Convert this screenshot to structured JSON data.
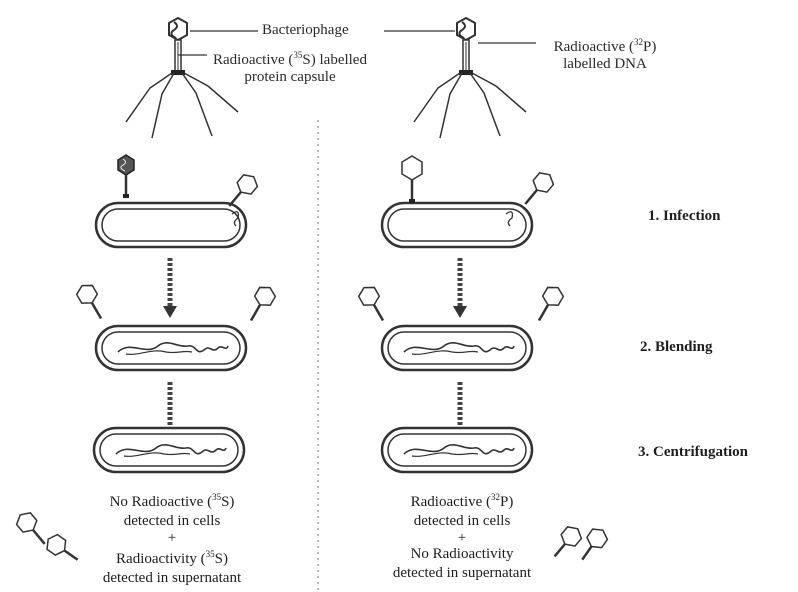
{
  "top": {
    "bacteriophage": "Bacteriophage",
    "left_label_line1_pre": "Radioactive (",
    "left_label_line1_sup": "35",
    "left_label_line1_post": "S) labelled",
    "left_label_line2": "protein capsule",
    "right_label_line1_pre": "Radioactive (",
    "right_label_line1_sup": "32",
    "right_label_line1_post": "P)",
    "right_label_line2": "labelled DNA"
  },
  "steps": [
    "1. Infection",
    "2. Blending",
    "3. Centrifugation"
  ],
  "left_result": {
    "line1_pre": "No Radioactive (",
    "line1_sup": "35",
    "line1_post": "S)",
    "line2": "detected in cells",
    "plus": "+",
    "line3_pre": "Radioactivity (",
    "line3_sup": "35",
    "line3_post": "S)",
    "line4": "detected in supernatant"
  },
  "right_result": {
    "line1_pre": "Radioactive (",
    "line1_sup": "32",
    "line1_post": "P)",
    "line2": "detected in cells",
    "plus": "+",
    "line3": "No Radioactivity",
    "line4": "detected in supernatant"
  },
  "colors": {
    "ink": "#2a2a2a",
    "background": "#ffffff"
  }
}
